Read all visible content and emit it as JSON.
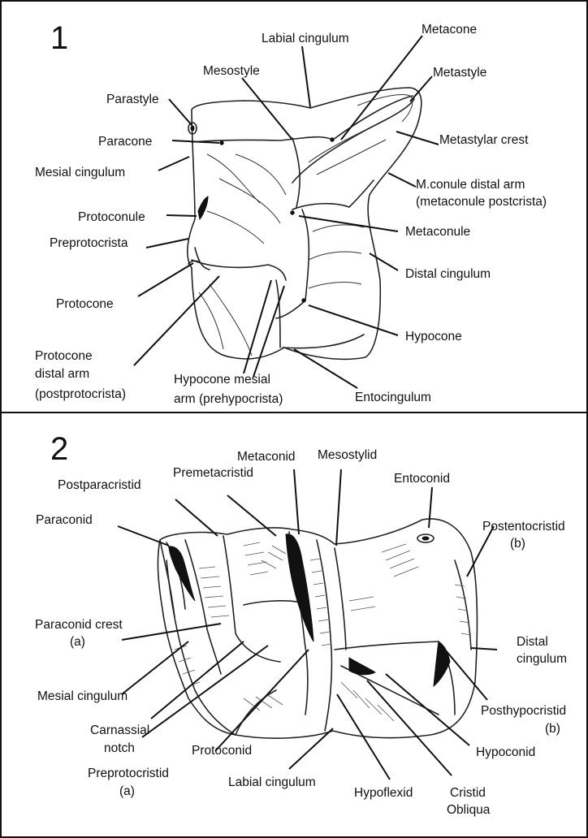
{
  "panel1": {
    "number": "1",
    "labels": {
      "labial_cingulum": "Labial cingulum",
      "metacone": "Metacone",
      "mesostyle": "Mesostyle",
      "metastyle": "Metastyle",
      "parastyle": "Parastyle",
      "paracone": "Paracone",
      "metastylar_crest": "Metastylar crest",
      "mesial_cingulum": "Mesial cingulum",
      "mconule_line1": "M.conule distal arm",
      "mconule_line2": "(metaconule postcrista)",
      "protoconule": "Protoconule",
      "metaconule": "Metaconule",
      "preprotocrista": "Preprotocrista",
      "distal_cingulum": "Distal cingulum",
      "protocone": "Protocone",
      "hypocone": "Hypocone",
      "protocone_distal_line1": "Protocone",
      "protocone_distal_line2": "distal arm",
      "protocone_distal_line3": "(postprotocrista)",
      "hypocone_mesial_line1": "Hypocone  mesial",
      "hypocone_mesial_line2": "arm (prehypocrista)",
      "entocingulum": "Entocingulum"
    }
  },
  "panel2": {
    "number": "2",
    "labels": {
      "metaconid": "Metaconid",
      "mesostylid": "Mesostylid",
      "entoconid": "Entoconid",
      "premetacristid": "Premetacristid",
      "postparacristid": "Postparacristid",
      "paraconid": "Paraconid",
      "postentocristid_line1": "Postentocristid",
      "postentocristid_line2": "(b)",
      "paraconid_crest_line1": "Paraconid crest",
      "paraconid_crest_line2": "(a)",
      "distal_cingulum_line1": "Distal",
      "distal_cingulum_line2": "cingulum",
      "mesial_cingulum": "Mesial cingulum",
      "posthypocristid_line1": "Posthypocristid",
      "posthypocristid_line2": "(b)",
      "carnassial_line1": "Carnassial",
      "carnassial_line2": "notch",
      "protoconid": "Protoconid",
      "hypoconid": "Hypoconid",
      "preprotocristid_line1": "Preprotocristid",
      "preprotocristid_line2": "(a)",
      "labial_cingulum": "Labial cingulum",
      "hypoflexid": "Hypoflexid",
      "cristid_line1": "Cristid",
      "cristid_line2": "Obliqua"
    }
  }
}
